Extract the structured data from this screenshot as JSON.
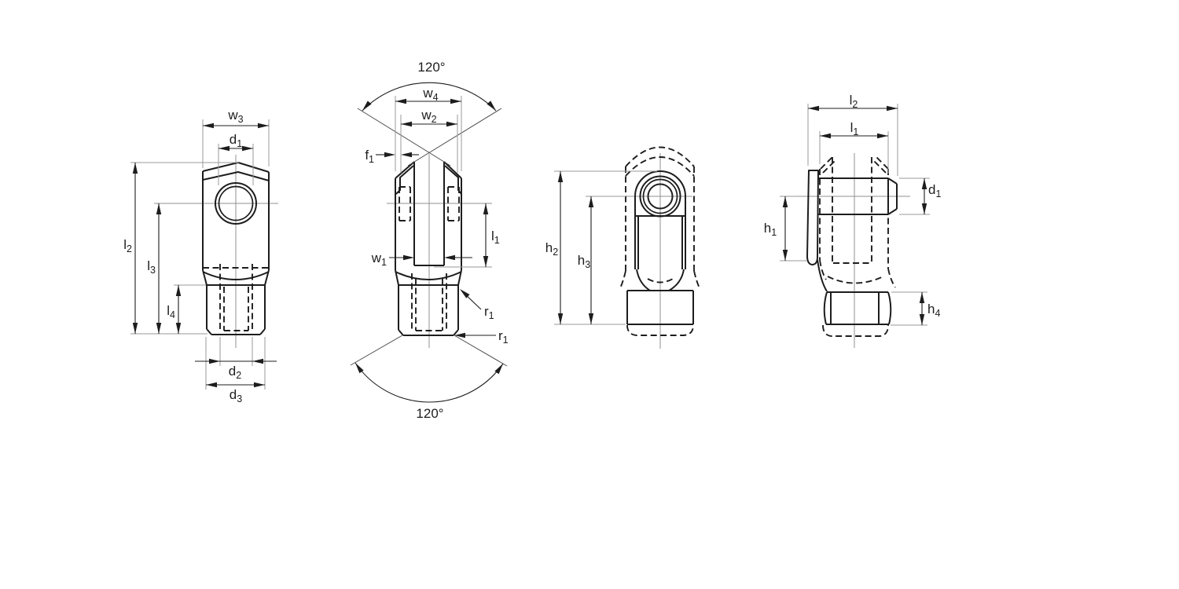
{
  "drawing": {
    "type": "technical-dimension-drawing",
    "colors": {
      "line": "#1d1d1d",
      "thin_line": "#9a9a9a",
      "background": "#ffffff"
    },
    "views": {
      "front": {
        "dims": {
          "w3": {
            "base": "w",
            "sub": "3"
          },
          "d1": {
            "base": "d",
            "sub": "1"
          },
          "l2": {
            "base": "l",
            "sub": "2"
          },
          "l3": {
            "base": "l",
            "sub": "3"
          },
          "l4": {
            "base": "l",
            "sub": "4"
          },
          "d2": {
            "base": "d",
            "sub": "2"
          },
          "d3": {
            "base": "d",
            "sub": "3"
          }
        }
      },
      "fork": {
        "dims": {
          "angle_top": "120°",
          "w4": {
            "base": "w",
            "sub": "4"
          },
          "w2": {
            "base": "w",
            "sub": "2"
          },
          "f1": {
            "base": "f",
            "sub": "1"
          },
          "w1": {
            "base": "w",
            "sub": "1"
          },
          "l1": {
            "base": "l",
            "sub": "1"
          },
          "r1_upper": {
            "base": "r",
            "sub": "1"
          },
          "r1_lower": {
            "base": "r",
            "sub": "1"
          },
          "angle_bottom": "120°"
        }
      },
      "eye": {
        "dims": {
          "h2": {
            "base": "h",
            "sub": "2"
          },
          "h3": {
            "base": "h",
            "sub": "3"
          }
        }
      },
      "assembly": {
        "dims": {
          "l2": {
            "base": "l",
            "sub": "2"
          },
          "l1": {
            "base": "l",
            "sub": "1"
          },
          "d1": {
            "base": "d",
            "sub": "1"
          },
          "h1": {
            "base": "h",
            "sub": "1"
          },
          "h4": {
            "base": "h",
            "sub": "4"
          }
        }
      }
    }
  }
}
